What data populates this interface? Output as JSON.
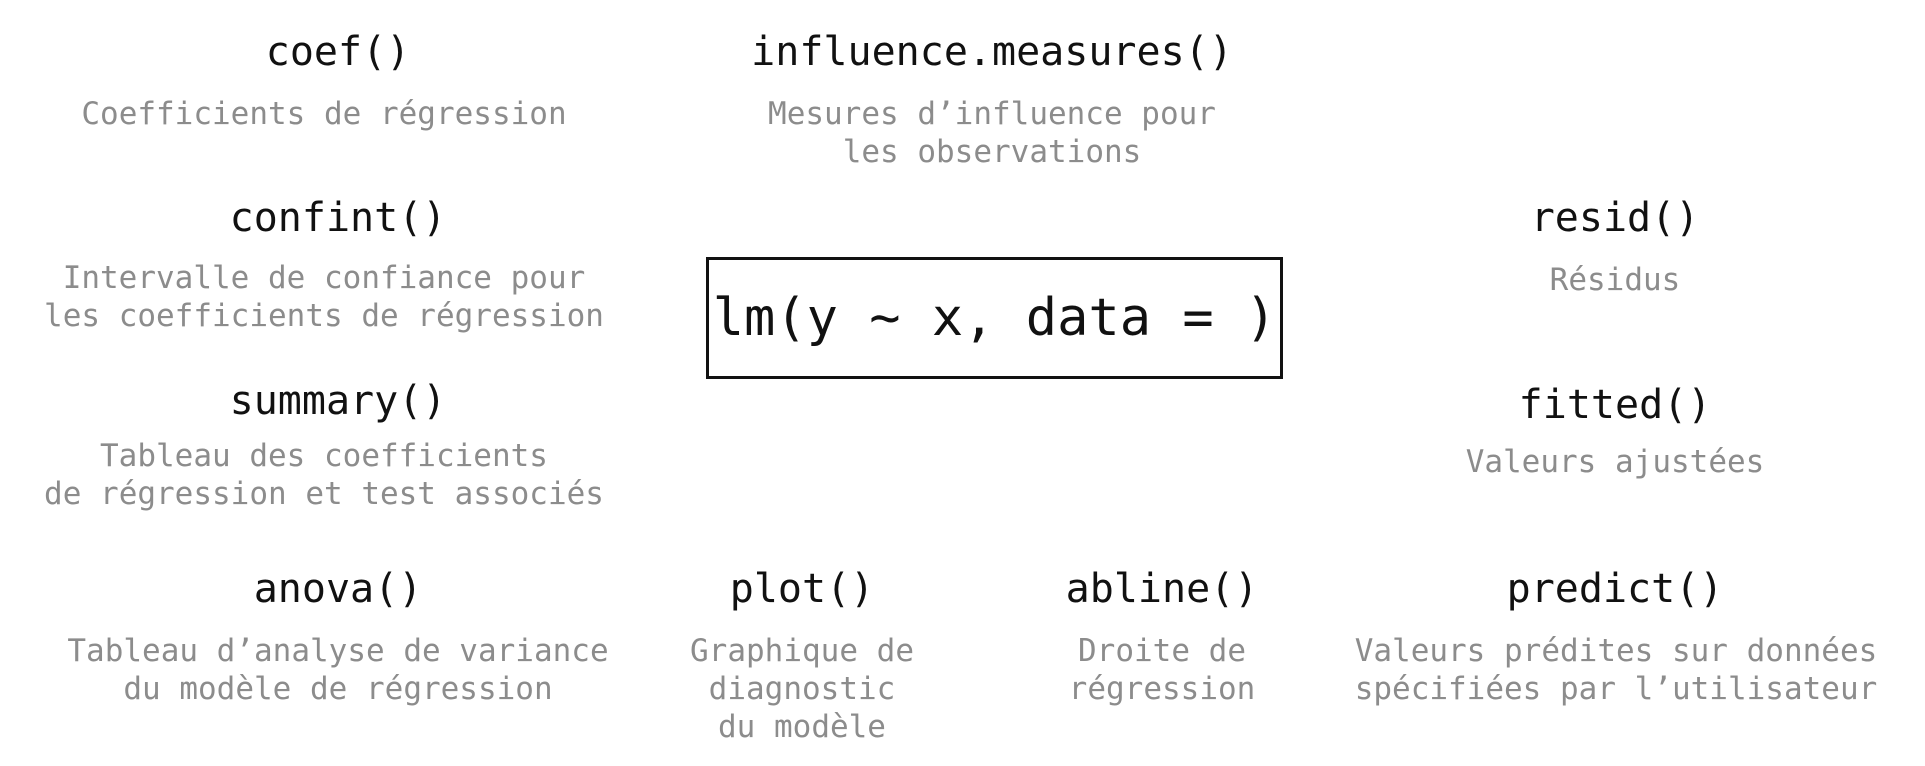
{
  "center": {
    "label": "lm(y ~ x, data = )"
  },
  "functions": {
    "coef": {
      "name": "coef()",
      "description": "Coefficients de régression"
    },
    "influence": {
      "name": "influence.measures()",
      "description": "Mesures d’influence pour\nles observations"
    },
    "confint": {
      "name": "confint()",
      "description": "Intervalle de confiance pour\nles coefficients de régression"
    },
    "resid": {
      "name": "resid()",
      "description": "Résidus"
    },
    "summary": {
      "name": "summary()",
      "description": "Tableau des coefficients\nde régression et test associés"
    },
    "fitted": {
      "name": "fitted()",
      "description": "Valeurs ajustées"
    },
    "anova": {
      "name": "anova()",
      "description": "Tableau d’analyse de variance\ndu modèle de régression"
    },
    "plot": {
      "name": "plot()",
      "description": "Graphique de\ndiagnostic\ndu modèle"
    },
    "abline": {
      "name": "abline()",
      "description": "Droite de\nrégression"
    },
    "predict": {
      "name": "predict()",
      "description": "Valeurs prédites sur données\nspécifiées par l’utilisateur"
    }
  }
}
